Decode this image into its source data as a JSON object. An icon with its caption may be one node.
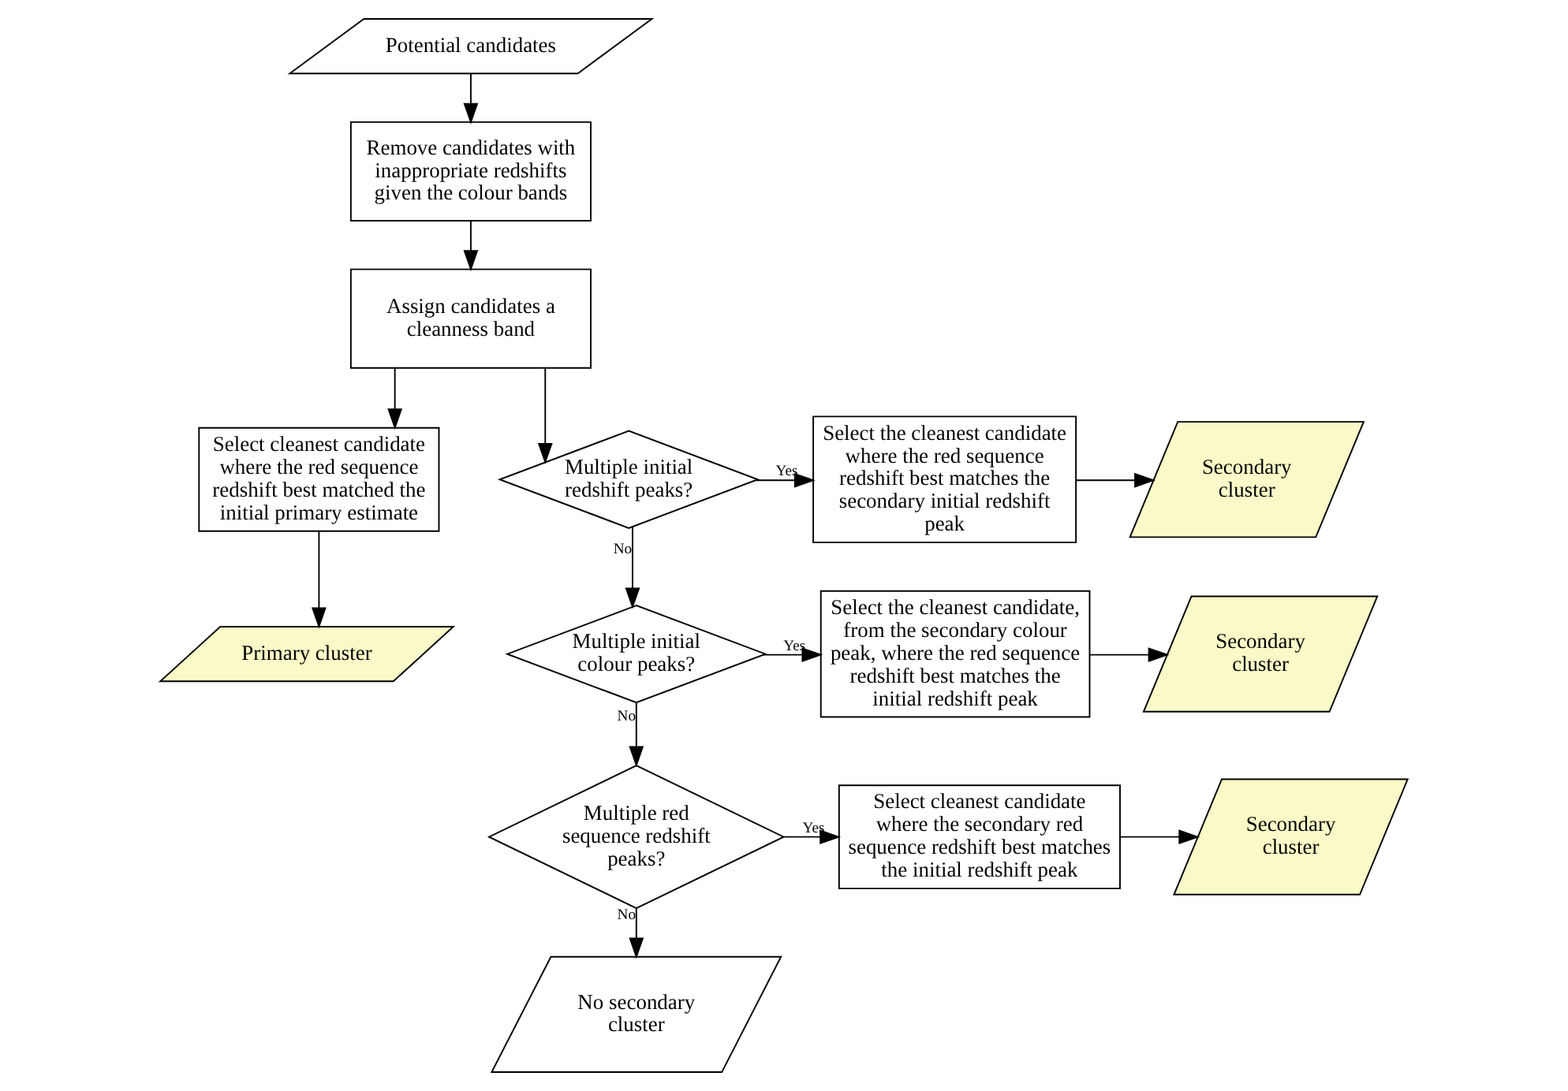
{
  "diagram": {
    "nodes": [
      {
        "text": [
          "Potential candidates"
        ]
      },
      {
        "text": [
          "Remove candidates with inappropriate redshifts given the colour bands"
        ]
      },
      {
        "text": [
          "Assign candidates a cleanness band"
        ]
      },
      {
        "text": [
          "Select cleanest candidate where the red sequence redshift best matched the initial primary estimate"
        ]
      },
      {
        "text": [
          "Primary cluster"
        ]
      },
      {
        "text": [
          "Multiple initial redshift peaks?"
        ]
      },
      {
        "text": [
          "Select the cleanest candidate where the red sequence redshift best matches the secondary initial redshift peak"
        ]
      },
      {
        "text": [
          "Secondary cluster"
        ]
      },
      {
        "text": [
          "Multiple initial colour peaks?"
        ]
      },
      {
        "text": [
          "Select the cleanest candidate, from the secondary colour peak, where the red sequence redshift best matches the initial redshift peak"
        ]
      },
      {
        "text": [
          "Secondary cluster"
        ]
      },
      {
        "text": [
          "Multiple red sequence redshift peaks?"
        ]
      },
      {
        "text": [
          "Select cleanest candidate where the secondary red sequence redshift best matches the initial redshift peak"
        ]
      },
      {
        "text": [
          "Secondary cluster"
        ]
      },
      {
        "text": [
          "No secondary cluster"
        ]
      }
    ],
    "edges": [
      {
        "from": 0,
        "to": 1,
        "arrow": "to"
      },
      {
        "from": 1,
        "to": 2,
        "arrow": "to"
      },
      {
        "from": 2,
        "to": 3,
        "arrow": "to"
      },
      {
        "from": 2,
        "to": 5,
        "arrow": "to"
      },
      {
        "from": 3,
        "to": 4,
        "arrow": "to"
      },
      {
        "from": 5,
        "to": 6,
        "arrow": "to",
        "label": "Yes"
      },
      {
        "from": 5,
        "to": 8,
        "arrow": "to",
        "label": "No"
      },
      {
        "from": 6,
        "to": 7,
        "arrow": "to"
      },
      {
        "from": 8,
        "to": 9,
        "arrow": "to",
        "label": "Yes"
      },
      {
        "from": 8,
        "to": 11,
        "arrow": "to",
        "label": "No"
      },
      {
        "from": 9,
        "to": 10,
        "arrow": "to"
      },
      {
        "from": 11,
        "to": 12,
        "arrow": "to",
        "label": "Yes"
      },
      {
        "from": 11,
        "to": 14,
        "arrow": "to",
        "label": "No"
      },
      {
        "from": 12,
        "to": 13,
        "arrow": "to"
      }
    ]
  }
}
